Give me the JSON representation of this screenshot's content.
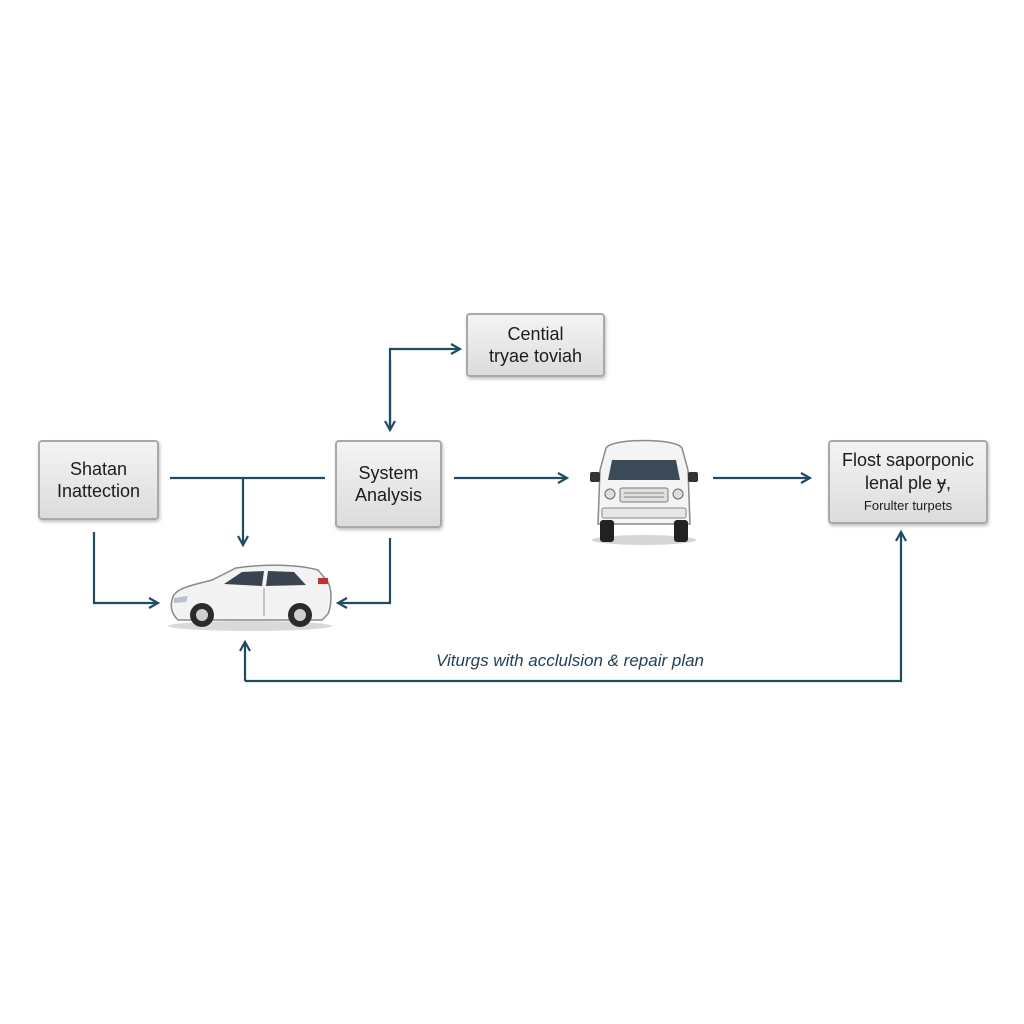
{
  "nodes": {
    "shatan": {
      "line1": "Shatan",
      "line2": "Inattection"
    },
    "system": {
      "line1": "System",
      "line2": "Analysis"
    },
    "central": {
      "line1": "Cential",
      "line2": "tryae toviah"
    },
    "final": {
      "line1": "Flost saporponic",
      "line2": "lenal ple ɏ,",
      "line3": "Forulter turpets"
    }
  },
  "caption": "Viturgs with acclulsion & repair plan",
  "icons": [
    "sedan-car-icon",
    "van-icon"
  ],
  "colors": {
    "arrow": "#1e4d63",
    "box_border": "#a9a9a9",
    "box_fill": "#e8e8e8",
    "background": "#ffffff"
  }
}
